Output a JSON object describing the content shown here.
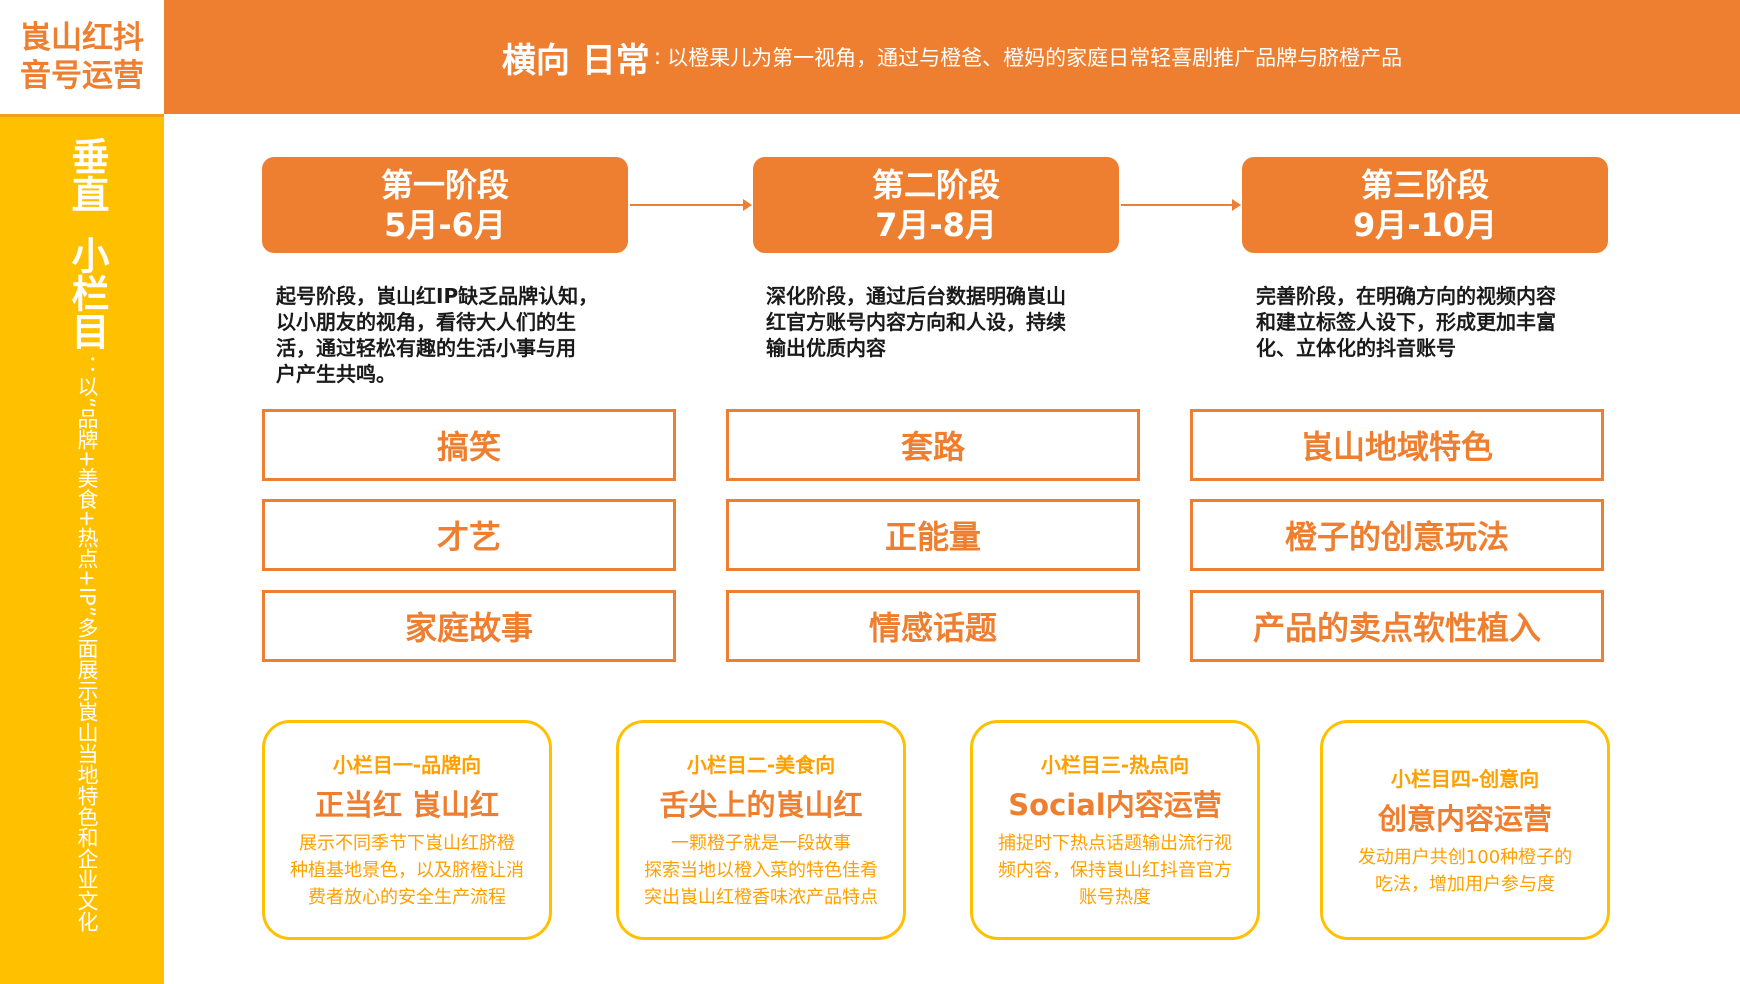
{
  "corner": {
    "line1": "崀山红抖",
    "line2": "音号运营"
  },
  "header": {
    "title": "横向 日常",
    "separator": ":",
    "description": "以橙果儿为第一视角，通过与橙爸、橙妈的家庭日常轻喜剧推广品牌与脐橙产品"
  },
  "sidebar": {
    "big1": "垂直",
    "big2": "小栏目",
    "small": "：以“品牌+美食+热点+IP”多面展示崀山当地特色和企业文化"
  },
  "phases": [
    {
      "name": "第一阶段",
      "period": "5月-6月",
      "description": [
        "起号阶段，崀山红IP缺乏品牌认知，",
        "以小朋友的视角，看待大人们的生",
        "活，通过轻松有趣的生活小事与用",
        "户产生共鸣。"
      ],
      "tags": [
        "搞笑",
        "才艺",
        "家庭故事"
      ]
    },
    {
      "name": "第二阶段",
      "period": "7月-8月",
      "description": [
        "深化阶段，通过后台数据明确崀山",
        "红官方账号内容方向和人设，持续",
        "输出优质内容"
      ],
      "tags": [
        "套路",
        "正能量",
        "情感话题"
      ]
    },
    {
      "name": "第三阶段",
      "period": "9月-10月",
      "description": [
        "完善阶段，在明确方向的视频内容",
        "和建立标签人设下，形成更加丰富",
        "化、立体化的抖音账号"
      ],
      "tags": [
        "崀山地域特色",
        "橙子的创意玩法",
        "产品的卖点软性植入"
      ]
    }
  ],
  "cards": [
    {
      "subtitle": "小栏目一-品牌向",
      "title": "正当红 崀山红",
      "lines": [
        "展示不同季节下崀山红脐橙",
        "种植基地景色，以及脐橙让消",
        "费者放心的安全生产流程"
      ]
    },
    {
      "subtitle": "小栏目二-美食向",
      "title": "舌尖上的崀山红",
      "lines": [
        "一颗橙子就是一段故事",
        "探索当地以橙入菜的特色佳肴",
        "突出崀山红橙香味浓产品特点"
      ]
    },
    {
      "subtitle": "小栏目三-热点向",
      "title": "Social内容运营",
      "lines": [
        "捕捉时下热点话题输出流行视",
        "频内容，保持崀山红抖音官方",
        "账号热度"
      ]
    },
    {
      "subtitle": "小栏目四-创意向",
      "title": "创意内容运营",
      "lines": [
        "发动用户共创100种橙子的",
        "吃法，增加用户参与度"
      ]
    }
  ],
  "colors": {
    "orange": "#ee7f30",
    "yellow": "#ffc000",
    "card_text": "#ffa000"
  }
}
